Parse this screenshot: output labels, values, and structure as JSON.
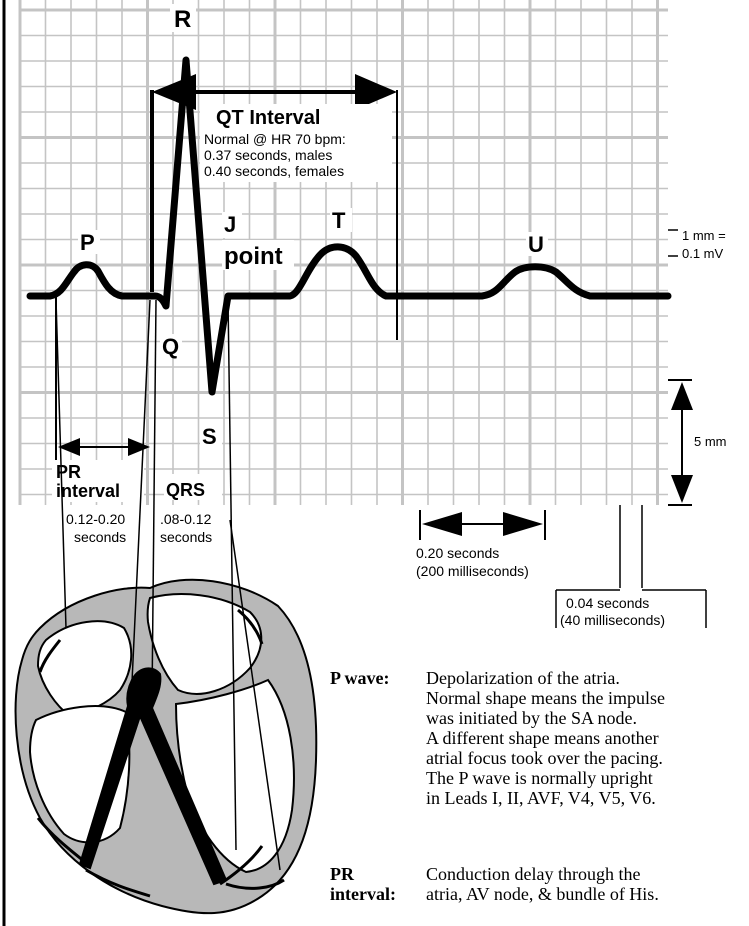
{
  "waves": {
    "r": "R",
    "p": "P",
    "t": "T",
    "u": "U",
    "q": "Q",
    "s": "S",
    "j": "J",
    "j_point": "point"
  },
  "qt": {
    "title": "QT Interval",
    "line1": "Normal @ HR 70 bpm:",
    "line2": "0.37  seconds,  males",
    "line3": "0.40 seconds,  females"
  },
  "scale": {
    "mm_line1": "1 mm =",
    "mm_line2": "0.1 mV",
    "five_mm": "5 mm"
  },
  "intervals": {
    "pr_line1": "PR",
    "pr_line2": "interval",
    "pr_time_line1": "0.12-0.20",
    "pr_time_line2": "seconds",
    "qrs": "QRS",
    "qrs_time_line1": ".08-0.12",
    "qrs_time_line2": "seconds"
  },
  "timing": {
    "big_line1": "0.20   seconds",
    "big_line2": "(200  milliseconds)",
    "small_line1": "0.04  seconds",
    "small_line2": "(40  milliseconds)"
  },
  "legend": [
    {
      "term": "P  wave:",
      "lines": [
        "Depolarization of the atria.",
        "Normal shape means the impulse",
        "was initiated by the SA node.",
        "A different shape means another",
        "atrial focus took over the pacing.",
        "The P wave is normally upright",
        "in Leads I, II, AVF, V4, V5, V6."
      ]
    },
    {
      "term": "PR",
      "term2": "interval:",
      "lines": [
        "Conduction delay through the",
        "atria, AV node, & bundle of His."
      ]
    }
  ],
  "colors": {
    "grid": "#c4c4c4",
    "trace": "#000000",
    "heart_wall": "#b8b8b8",
    "heart_inner": "#ffffff"
  }
}
